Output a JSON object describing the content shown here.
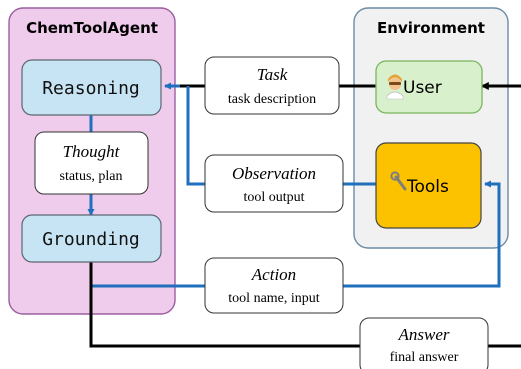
{
  "diagram": {
    "agent": {
      "title": "ChemToolAgent",
      "reasoning": "Reasoning",
      "grounding": "Grounding",
      "thought_title": "Thought",
      "thought_desc": "status, plan"
    },
    "environment": {
      "title": "Environment",
      "user_label": "User",
      "tools_label": "Tools"
    },
    "messages": {
      "task_title": "Task",
      "task_desc": "task description",
      "observation_title": "Observation",
      "observation_desc": "tool output",
      "action_title": "Action",
      "action_desc": "tool name, input",
      "answer_title": "Answer",
      "answer_desc": "final answer"
    },
    "icons": {
      "user": "scientist-emoji",
      "tools": "wrench-emoji"
    },
    "colors": {
      "agent_fill": "#efcbec",
      "agent_border": "#9c5fa0",
      "module_fill": "#c7e4f4",
      "environment_fill": "#f1f1f1",
      "environment_border": "#6d8ca5",
      "user_fill": "#d8f0cc",
      "user_border": "#79b55d",
      "tools_fill": "#fcc200",
      "blue_arrow": "#1f6fbd",
      "black_arrow": "#000000"
    }
  }
}
